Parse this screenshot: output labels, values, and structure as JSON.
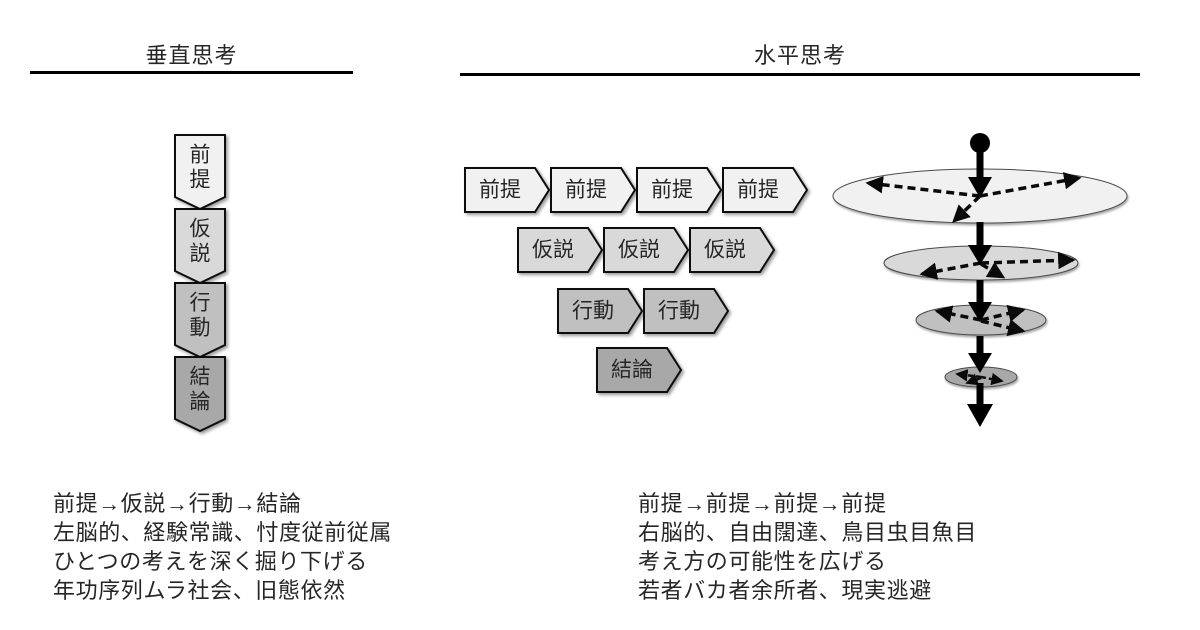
{
  "left_panel": {
    "title": "垂直思考",
    "steps": [
      {
        "label": "前提"
      },
      {
        "label": "仮説"
      },
      {
        "label": "行動"
      },
      {
        "label": "結論"
      }
    ],
    "notes": [
      "前提→仮説→行動→結論",
      "左脳的、経験常識、忖度従前従属",
      "ひとつの考えを深く掘り下げる",
      "年功序列ムラ社会、旧態依然"
    ]
  },
  "right_panel": {
    "title": "水平思考",
    "chevron_rows": [
      {
        "label": "前提",
        "count": 4
      },
      {
        "label": "仮説",
        "count": 3
      },
      {
        "label": "行動",
        "count": 2
      },
      {
        "label": "結論",
        "count": 1
      }
    ],
    "notes": [
      "前提→前提→前提→前提",
      "右脳的、自由闊達、鳥目虫目魚目",
      "考え方の可能性を広げる",
      "若者バカ者余所者、現実逃避"
    ]
  },
  "colors": {
    "tones": [
      "#f1f1f1",
      "#d9d9d9",
      "#c0c0c0",
      "#a8a8a8"
    ],
    "outline": "#0d0d0d",
    "ellipse_outline": "#4a4a4a",
    "text": "#262626",
    "arrow": "#000000",
    "rule": "#000000"
  }
}
